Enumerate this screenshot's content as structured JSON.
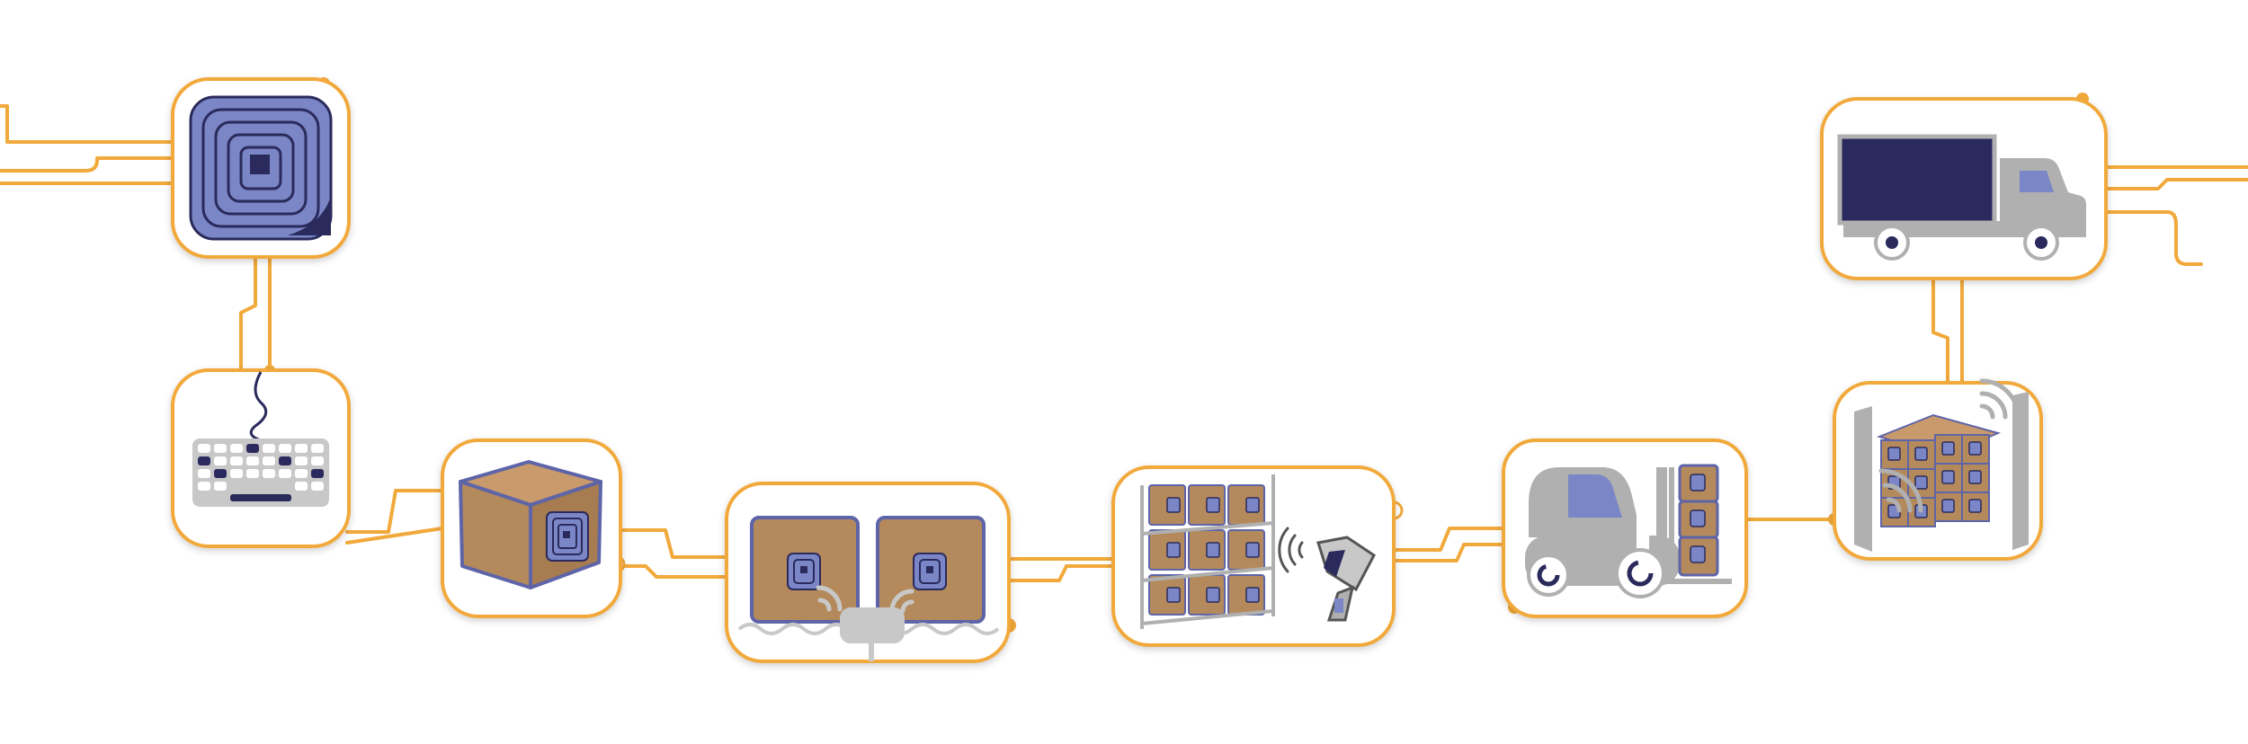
{
  "diagram": {
    "kind": "rfid-supply-chain-flow",
    "colors": {
      "connector": "#F2A93B",
      "tag_fill": "#7B86C6",
      "tag_dark": "#2A2A5C",
      "tag_light": "#B3BDE6",
      "box_brown": "#B48A5C",
      "box_edge": "#5E64A8",
      "machine_grey": "#B0B0B0",
      "navy": "#2B2A5E",
      "card_bg": "#FFFFFF"
    },
    "steps": [
      {
        "id": "rfid-tag",
        "icon": "rfid-tag-icon"
      },
      {
        "id": "keyboard",
        "icon": "keyboard-icon"
      },
      {
        "id": "tagged-box",
        "icon": "tagged-box-icon"
      },
      {
        "id": "conveyor-scan",
        "icon": "conveyor-reader-icon"
      },
      {
        "id": "warehouse-shelf",
        "icon": "warehouse-shelf-scanner-icon"
      },
      {
        "id": "forklift",
        "icon": "forklift-icon"
      },
      {
        "id": "dock-portal",
        "icon": "rfid-portal-icon"
      },
      {
        "id": "truck",
        "icon": "delivery-truck-icon"
      }
    ]
  }
}
